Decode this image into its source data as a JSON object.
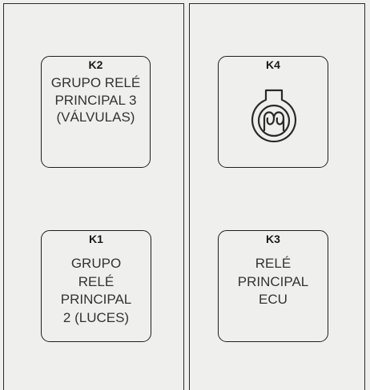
{
  "relays": {
    "k2": {
      "code": "K2",
      "lines": [
        "GRUPO RELÉ",
        "PRINCIPAL 3",
        "(VÁLVULAS)"
      ]
    },
    "k4": {
      "code": "K4",
      "icon": "glow-plug-icon"
    },
    "k1": {
      "code": "K1",
      "lines": [
        "GRUPO",
        "RELÉ",
        "PRINCIPAL",
        "2 (LUCES)"
      ]
    },
    "k3": {
      "code": "K3",
      "lines": [
        "RELÉ",
        "PRINCIPAL",
        "ECU"
      ]
    }
  }
}
